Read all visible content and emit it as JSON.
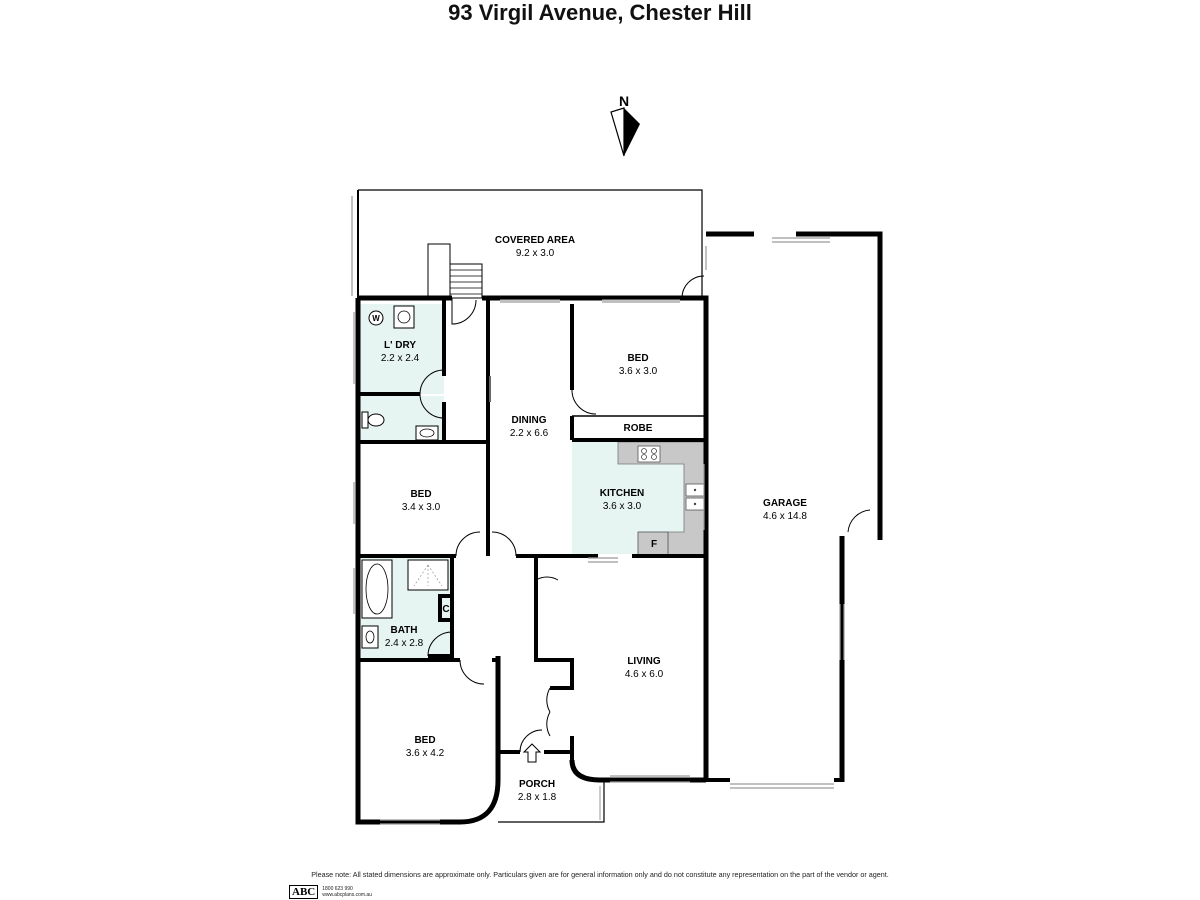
{
  "title": "93 Virgil Avenue, Chester Hill",
  "compass": {
    "label": "N",
    "icon": "north-arrow-icon"
  },
  "rooms": {
    "covered_area": {
      "name": "COVERED AREA",
      "dims": "9.2 x 3.0"
    },
    "laundry": {
      "name": "L' DRY",
      "dims": "2.2 x 2.4"
    },
    "dining": {
      "name": "DINING",
      "dims": "2.2 x 6.6"
    },
    "bed_north": {
      "name": "BED",
      "dims": "3.6 x 3.0"
    },
    "robe": {
      "name": "ROBE"
    },
    "kitchen": {
      "name": "KITCHEN",
      "dims": "3.6 x 3.0"
    },
    "fridge": {
      "name": "F"
    },
    "bed_west": {
      "name": "BED",
      "dims": "3.4 x 3.0"
    },
    "garage": {
      "name": "GARAGE",
      "dims": "4.6 x 14.8"
    },
    "cupboard": {
      "name": "C"
    },
    "bath": {
      "name": "BATH",
      "dims": "2.4 x 2.8"
    },
    "living": {
      "name": "LIVING",
      "dims": "4.6 x 6.0"
    },
    "bed_south": {
      "name": "BED",
      "dims": "3.6 x 4.2"
    },
    "porch": {
      "name": "PORCH",
      "dims": "2.8 x 1.8"
    }
  },
  "washer_label": "W",
  "disclaimer": "Please note: All stated dimensions are approximate only. Particulars given are for general information only and do not constitute any representation on the part of the vendor or agent.",
  "logo": {
    "mark": "ABC",
    "line1": "1800 623 990",
    "line2": "www.abcplans.com.au"
  },
  "colors": {
    "wall": "#000000",
    "wet_area": "#e6f4f2",
    "bench": "#c8c8c8",
    "window": "#9a9a9a"
  }
}
